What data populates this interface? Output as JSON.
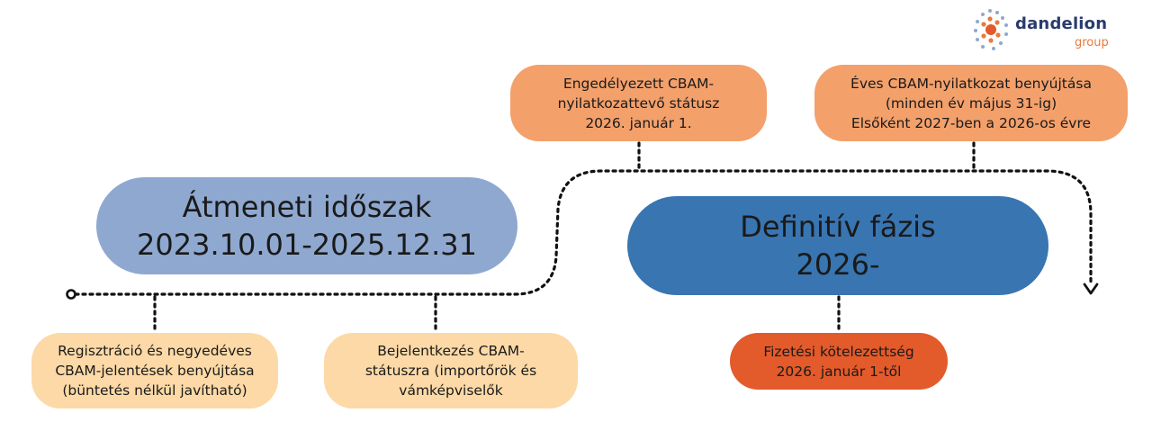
{
  "phases": {
    "transition": {
      "line1": "Átmeneti időszak",
      "line2": "2023.10.01-2025.12.31"
    },
    "definitive": {
      "line1": "Definitív fázis",
      "line2": "2026-"
    }
  },
  "milestones": {
    "authorized": [
      "Engedélyezett CBAM-",
      "nyilatkozattevő státusz",
      "2026. január 1."
    ],
    "annual": [
      "Éves CBAM-nyilatkozat benyújtása",
      "(minden év május 31-ig)",
      "Elsőként 2027-ben a 2026-os évre"
    ],
    "registration": [
      "Regisztráció és negyedéves",
      "CBAM-jelentések benyújtása",
      "(büntetés nélkül javítható)"
    ],
    "login": [
      "Bejelentkezés CBAM-",
      "státuszra (importőrök és",
      "vámképviselők"
    ],
    "payment": [
      "Fizetési kötelezettség",
      "2026. január 1-től"
    ]
  },
  "logo": {
    "name": "dandelion",
    "group": "group"
  },
  "colors": {
    "transition_phase": "#8fa8d0",
    "definitive_phase": "#3875b1",
    "milestone_upper": "#f3a06b",
    "milestone_lower_light": "#fcd9a6",
    "payment": "#e35a2b",
    "logo_blue": "#293b6e",
    "logo_orange": "#ea7a3a"
  }
}
